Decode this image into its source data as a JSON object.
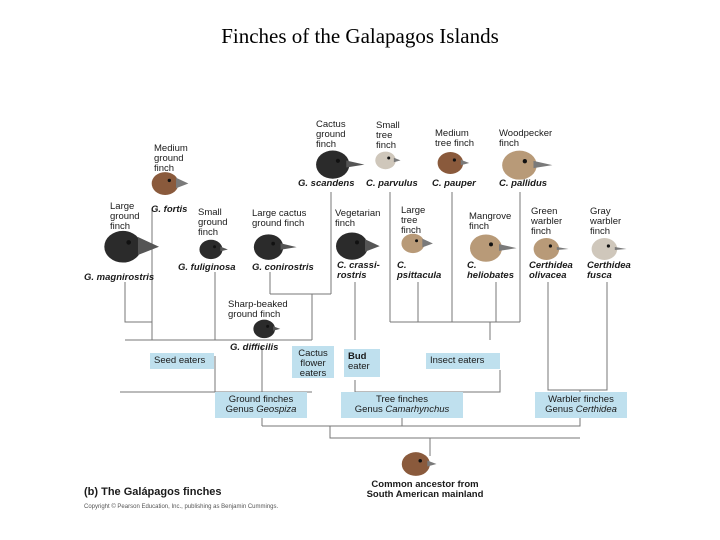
{
  "title": "Finches of the Galapagos Islands",
  "birds": {
    "medium_ground": {
      "common": [
        "Medium",
        "ground",
        "finch"
      ],
      "species": "G. fortis"
    },
    "large_ground": {
      "common": [
        "Large",
        "ground",
        "finch"
      ],
      "species": "G. magnirostris"
    },
    "small_ground": {
      "common": [
        "Small",
        "ground",
        "finch"
      ],
      "species": "G. fuliginosa"
    },
    "large_cactus": {
      "common": [
        "Large cactus",
        "ground finch"
      ],
      "species": "G. conirostris"
    },
    "sharp_beaked": {
      "common": [
        "Sharp-beaked",
        "ground finch"
      ],
      "species": "G. difficilis"
    },
    "cactus_ground": {
      "common": [
        "Cactus",
        "ground",
        "finch"
      ],
      "species": "G. scandens"
    },
    "small_tree": {
      "common": [
        "Small",
        "tree",
        "finch"
      ],
      "species": "C. parvulus"
    },
    "medium_tree": {
      "common": [
        "Medium",
        "tree finch"
      ],
      "species": "C. pauper"
    },
    "woodpecker": {
      "common": [
        "Woodpecker",
        "finch"
      ],
      "species": "C. pallidus"
    },
    "vegetarian": {
      "common": [
        "Vegetarian",
        "finch"
      ],
      "species": [
        "C. crassi-",
        "rostris"
      ]
    },
    "large_tree": {
      "common": [
        "Large",
        "tree",
        "finch"
      ],
      "species": [
        "C.",
        "psittacula"
      ]
    },
    "mangrove": {
      "common": [
        "Mangrove",
        "finch"
      ],
      "species": [
        "C.",
        "heliobates"
      ]
    },
    "green_warbler": {
      "common": [
        "Green",
        "warbler",
        "finch"
      ],
      "species": [
        "Certhidea",
        "olivacea"
      ]
    },
    "gray_warbler": {
      "common": [
        "Gray",
        "warbler",
        "finch"
      ],
      "species": [
        "Certhidea",
        "fusca"
      ]
    }
  },
  "groups": {
    "seed_eaters": "Seed eaters",
    "cactus_flower": [
      "Cactus",
      "flower",
      "eaters"
    ],
    "bud_eater": [
      "Bud",
      "eater"
    ],
    "insect_eaters": "Insect eaters",
    "ground_finches": {
      "line1": "Ground finches",
      "genus_prefix": "Genus ",
      "genus": "Geospiza"
    },
    "tree_finches": {
      "line1": "Tree finches",
      "genus_prefix": "Genus ",
      "genus": "Camarhynchus"
    },
    "warbler_finches": {
      "line1": "Warbler finches",
      "genus_prefix": "Genus ",
      "genus": "Certhidea"
    }
  },
  "ancestor": {
    "line1": "Common ancestor from",
    "line2": "South American mainland"
  },
  "caption": "(b) The Galápagos finches",
  "copyright": "Copyright © Pearson Education, Inc., publishing as Benjamin Cummings.",
  "colors": {
    "box": "#bfe0ee",
    "lines": "#777777",
    "bird_dark": "#2b2b2b",
    "bird_brown": "#8a5a3c",
    "bird_tan": "#b89a78",
    "bird_pale": "#cfc7bb"
  }
}
